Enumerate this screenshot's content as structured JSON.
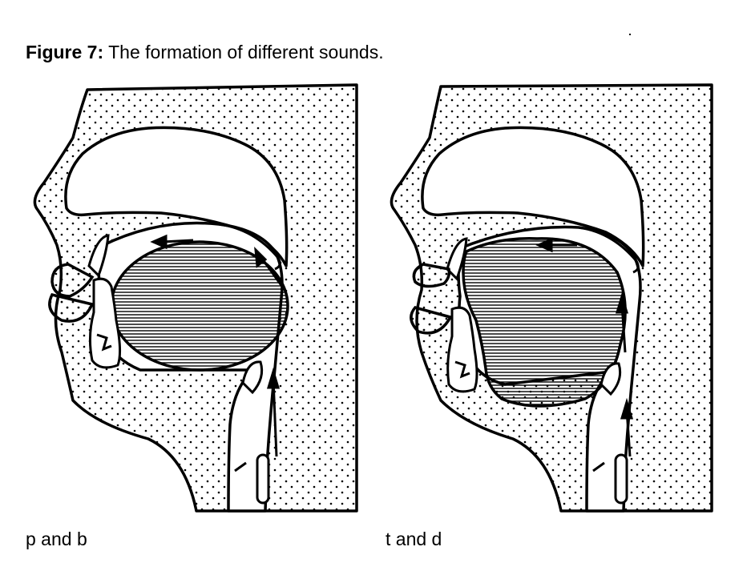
{
  "figure": {
    "label": "Figure 7:",
    "title": "The formation of different sounds."
  },
  "panels": [
    {
      "caption": "p and b"
    },
    {
      "caption": "t and d"
    }
  ],
  "colors": {
    "ink": "#000000",
    "paper": "#ffffff"
  }
}
